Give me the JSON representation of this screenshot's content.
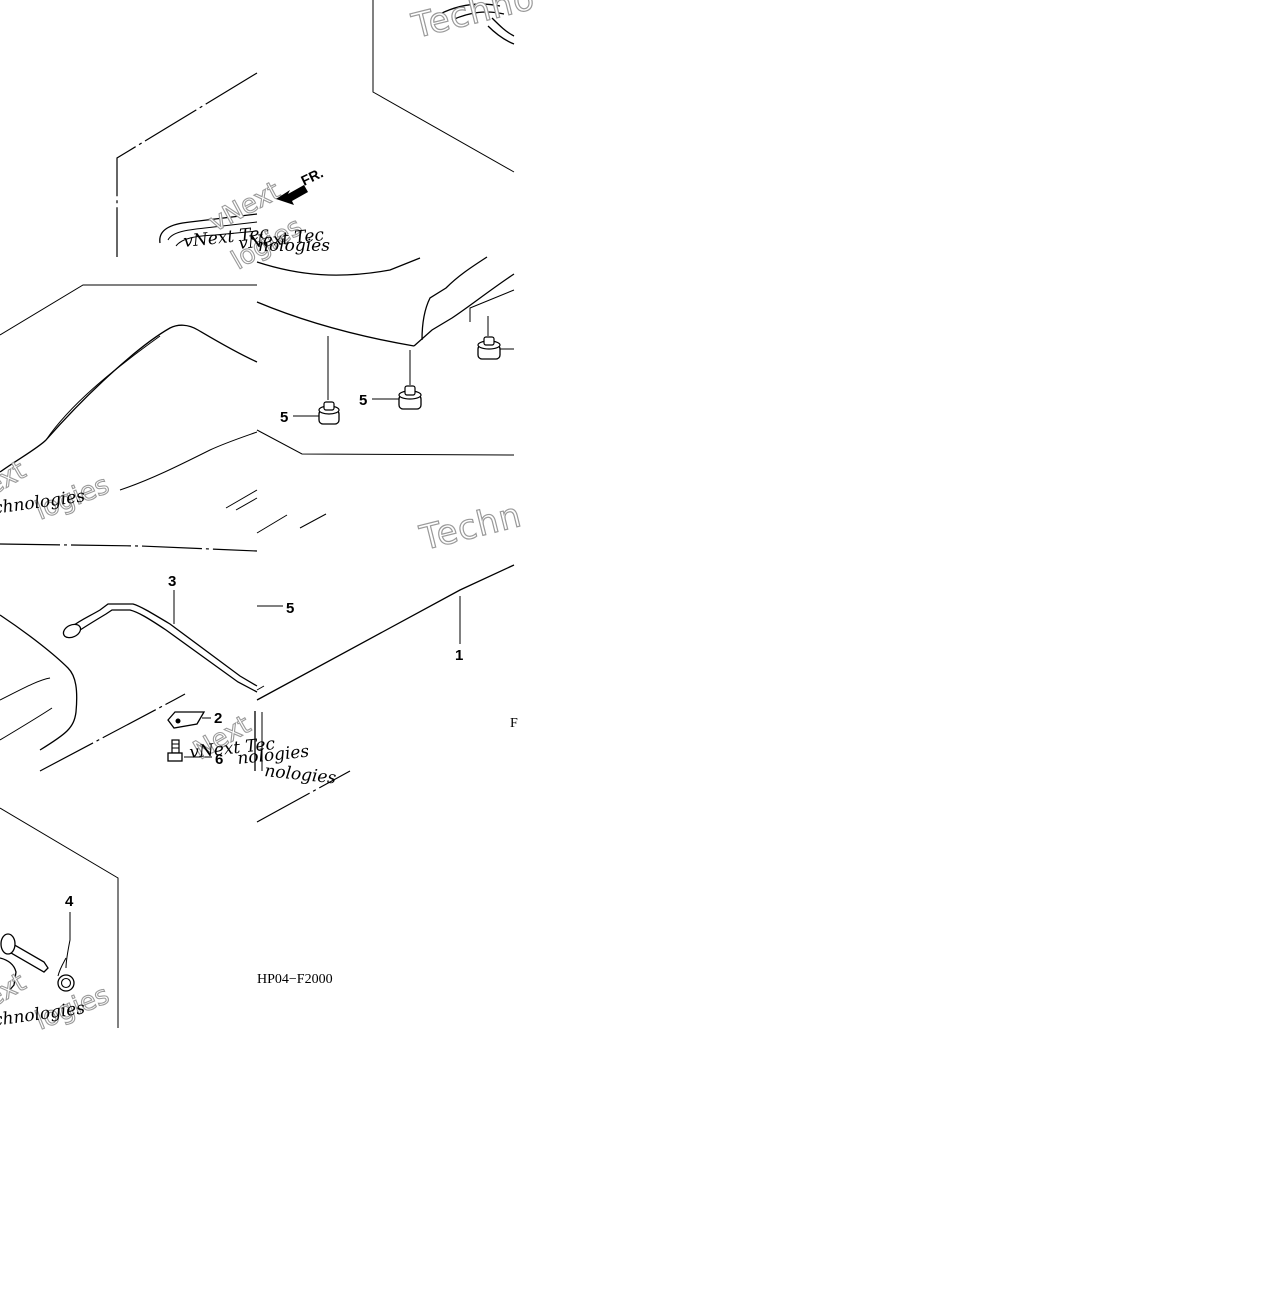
{
  "diagram": {
    "direction_label": "FR.",
    "part_labels": {
      "p1": "1",
      "p2": "2",
      "p3": "3",
      "p4": "4",
      "p5a": "5",
      "p5b": "5",
      "p5c": "5",
      "p6": "6"
    },
    "diagram_code": "HP04−F2000",
    "stray_glyph": "F",
    "watermarks": {
      "brand_a": "vNext Tec",
      "brand_b": "nologies",
      "brand_c": "vNext Tec",
      "brand_d": "nologies",
      "tech_a": "Techn",
      "tech_b": "Techno",
      "tech_c": "chnologies",
      "tech_d": "chnologies",
      "next_a": "vNext",
      "next_b": "Next",
      "next_c": "ext",
      "next_d": "ext",
      "logies_a": "logies",
      "logies_b": "logies"
    }
  }
}
